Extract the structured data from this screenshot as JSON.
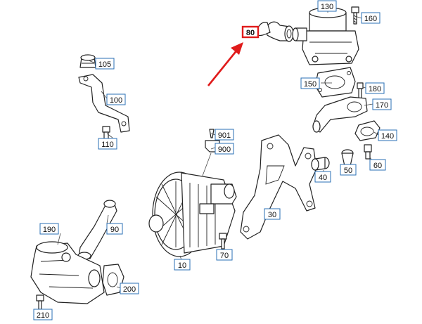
{
  "labels": {
    "p130": "130",
    "p160": "160",
    "p80": "80",
    "p105": "105",
    "p100": "100",
    "p150": "150",
    "p180": "180",
    "p170": "170",
    "p140": "140",
    "p110": "110",
    "p901": "901",
    "p900": "900",
    "p40": "40",
    "p50": "50",
    "p60": "60",
    "p30": "30",
    "p190": "190",
    "p90": "90",
    "p70": "70",
    "p10": "10",
    "p200": "200",
    "p210": "210"
  },
  "highlight": {
    "part": "80",
    "color": "#e01b1b"
  },
  "colors": {
    "label_border": "#2a6fb5",
    "line": "#222222",
    "background": "#ffffff"
  }
}
